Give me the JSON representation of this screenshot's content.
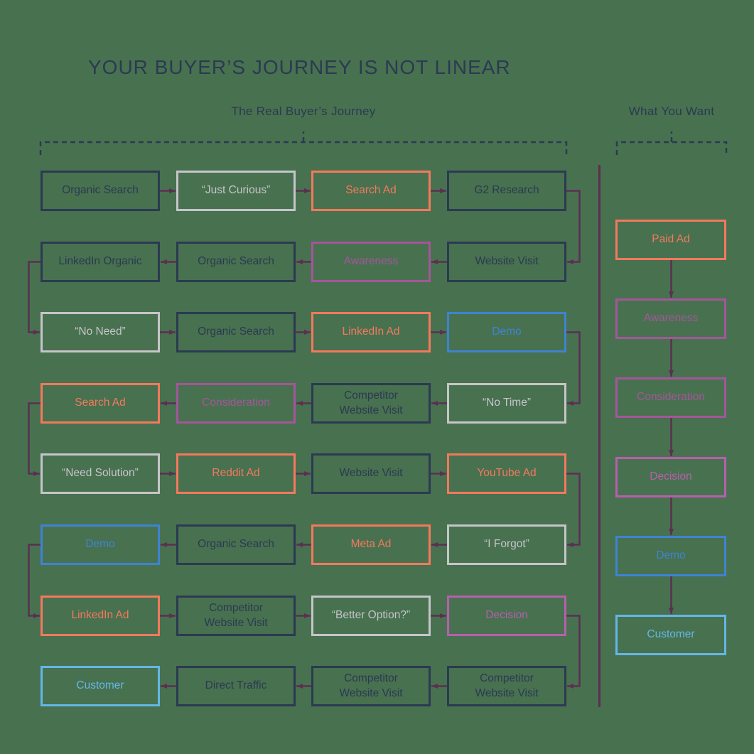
{
  "title": "YOUR BUYER’S JOURNEY IS NOT LINEAR",
  "colors": {
    "background": "#487150",
    "navy": "#2b3a52",
    "gray": "#c6c5c9",
    "orange": "#f4795c",
    "purple": "#a4569b",
    "magenta": "#b75fad",
    "blue": "#3f83d3",
    "cyan": "#63b7e8",
    "plum": "#5c2f52"
  },
  "real_journey": {
    "header": "The Real Buyer’s Journey",
    "rows": [
      {
        "direction": "right",
        "cells": [
          {
            "label": "Organic Search",
            "color": "navy"
          },
          {
            "label": "“Just Curious”",
            "color": "gray"
          },
          {
            "label": "Search Ad",
            "color": "orange"
          },
          {
            "label": "G2 Research",
            "color": "navy"
          }
        ]
      },
      {
        "direction": "left",
        "cells": [
          {
            "label": "LinkedIn Organic",
            "color": "navy"
          },
          {
            "label": "Organic Search",
            "color": "navy"
          },
          {
            "label": "Awareness",
            "color": "purple"
          },
          {
            "label": "Website Visit",
            "color": "navy"
          }
        ]
      },
      {
        "direction": "right",
        "cells": [
          {
            "label": "“No Need”",
            "color": "gray"
          },
          {
            "label": "Organic Search",
            "color": "navy"
          },
          {
            "label": "LinkedIn Ad",
            "color": "orange"
          },
          {
            "label": "Demo",
            "color": "blue"
          }
        ]
      },
      {
        "direction": "left",
        "cells": [
          {
            "label": "Search Ad",
            "color": "orange"
          },
          {
            "label": "Consideration",
            "color": "purple"
          },
          {
            "label": "Competitor\nWebsite Visit",
            "color": "navy"
          },
          {
            "label": "“No Time”",
            "color": "gray"
          }
        ]
      },
      {
        "direction": "right",
        "cells": [
          {
            "label": "“Need Solution”",
            "color": "gray"
          },
          {
            "label": "Reddit Ad",
            "color": "orange"
          },
          {
            "label": "Website Visit",
            "color": "navy"
          },
          {
            "label": "YouTube Ad",
            "color": "orange"
          }
        ]
      },
      {
        "direction": "left",
        "cells": [
          {
            "label": "Demo",
            "color": "blue"
          },
          {
            "label": "Organic Search",
            "color": "navy"
          },
          {
            "label": "Meta Ad",
            "color": "orange"
          },
          {
            "label": "“I Forgot”",
            "color": "gray"
          }
        ]
      },
      {
        "direction": "right",
        "cells": [
          {
            "label": "LinkedIn Ad",
            "color": "orange"
          },
          {
            "label": "Competitor\nWebsite Visit",
            "color": "navy"
          },
          {
            "label": "“Better Option?”",
            "color": "gray"
          },
          {
            "label": "Decision",
            "color": "magenta"
          }
        ]
      },
      {
        "direction": "left",
        "cells": [
          {
            "label": "Customer",
            "color": "cyan"
          },
          {
            "label": "Direct Traffic",
            "color": "navy"
          },
          {
            "label": "Competitor\nWebsite Visit",
            "color": "navy"
          },
          {
            "label": "Competitor\nWebsite Visit",
            "color": "navy"
          }
        ]
      }
    ]
  },
  "what_you_want": {
    "header": "What You Want",
    "items": [
      {
        "label": "Paid Ad",
        "color": "orange"
      },
      {
        "label": "Awareness",
        "color": "purple"
      },
      {
        "label": "Consideration",
        "color": "purple"
      },
      {
        "label": "Decision",
        "color": "magenta"
      },
      {
        "label": "Demo",
        "color": "blue"
      },
      {
        "label": "Customer",
        "color": "cyan"
      }
    ]
  }
}
